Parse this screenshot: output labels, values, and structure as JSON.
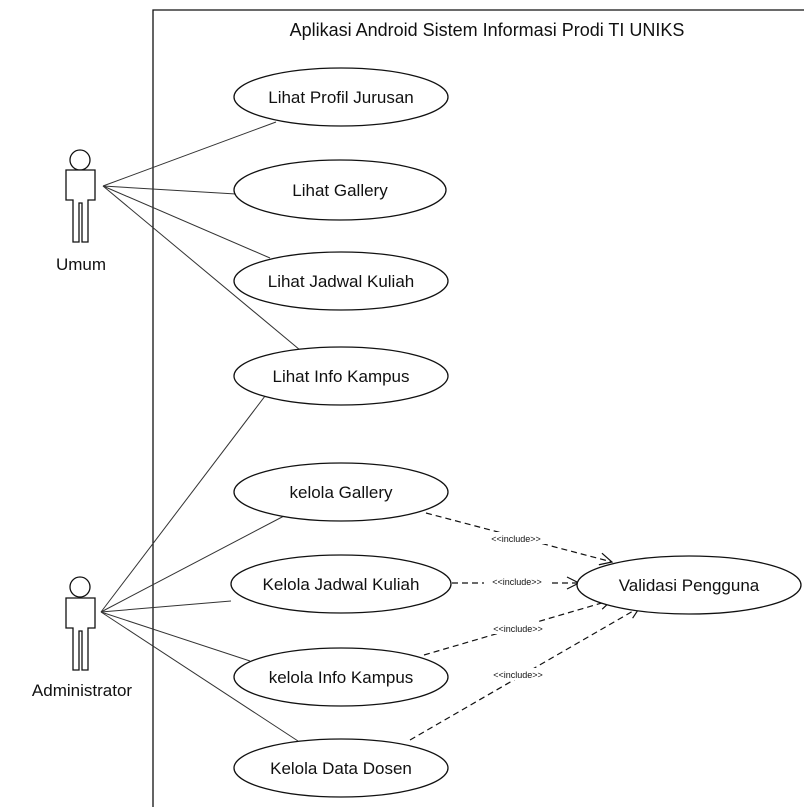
{
  "system": {
    "title": "Aplikasi Android Sistem Informasi Prodi TI UNIKS"
  },
  "actors": [
    {
      "id": "umum",
      "label": "Umum"
    },
    {
      "id": "admin",
      "label": "Administrator"
    }
  ],
  "use_cases": [
    {
      "id": "uc1",
      "label": "Lihat Profil Jurusan"
    },
    {
      "id": "uc2",
      "label": "Lihat Gallery"
    },
    {
      "id": "uc3",
      "label": "Lihat Jadwal Kuliah"
    },
    {
      "id": "uc4",
      "label": "Lihat Info Kampus"
    },
    {
      "id": "uc5",
      "label": "kelola Gallery"
    },
    {
      "id": "uc6",
      "label": "Kelola Jadwal Kuliah"
    },
    {
      "id": "uc7",
      "label": "kelola Info Kampus"
    },
    {
      "id": "uc8",
      "label": "Kelola Data Dosen"
    },
    {
      "id": "uc9",
      "label": "Validasi Pengguna"
    }
  ],
  "associations": [
    {
      "from": "umum",
      "to": "uc1"
    },
    {
      "from": "umum",
      "to": "uc2"
    },
    {
      "from": "umum",
      "to": "uc3"
    },
    {
      "from": "umum",
      "to": "uc4"
    },
    {
      "from": "admin",
      "to": "uc4"
    },
    {
      "from": "admin",
      "to": "uc5"
    },
    {
      "from": "admin",
      "to": "uc6"
    },
    {
      "from": "admin",
      "to": "uc7"
    },
    {
      "from": "admin",
      "to": "uc8"
    }
  ],
  "includes": [
    {
      "from": "uc5",
      "to": "uc9",
      "label": "<<include>>"
    },
    {
      "from": "uc6",
      "to": "uc9",
      "label": "<<include>>"
    },
    {
      "from": "uc7",
      "to": "uc9",
      "label": "<<include>>"
    },
    {
      "from": "uc8",
      "to": "uc9",
      "label": "<<include>>"
    }
  ]
}
